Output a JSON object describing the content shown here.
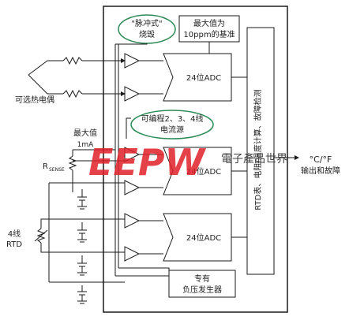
{
  "labels": {
    "pulse_burnout": "\"脉冲式\"",
    "burnout_sub": "烧毁",
    "max_ref": "最大值为",
    "ref_sub": "10ppm的基准",
    "adc_label": "24位ADC",
    "thermocouple": "可选热电偶",
    "programmable": "可编程2、3、4线",
    "current_source": "电流源",
    "max_value": "最大值",
    "current_1ma": "1mA",
    "r_sense": "R",
    "r_sense_sub": "SENSE",
    "rtd_4wire": "4线",
    "rtd": "RTD",
    "dsp_block": "RTD表、电阻/温度计算、故障检测",
    "output_unit": "°C/°F",
    "output_text": "输出和故障",
    "negative_gen": "专有",
    "negative_gen_sub": "负压发生器"
  },
  "watermark": {
    "logo": "EEPW",
    "cn_text": "電子產品世界"
  },
  "colors": {
    "line": "#1a1a1a",
    "ellipse": "#2e8b57",
    "watermark": "#e0202a"
  }
}
